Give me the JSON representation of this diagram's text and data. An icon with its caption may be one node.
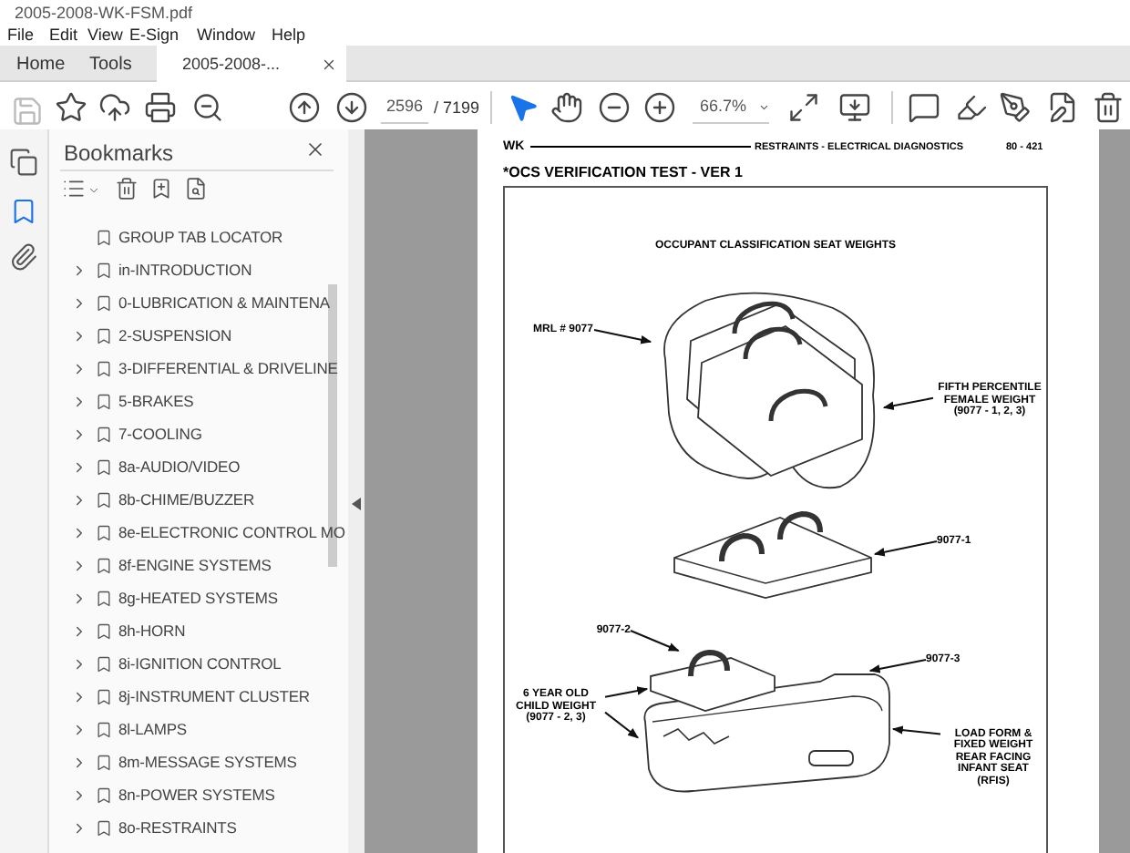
{
  "diagram": {
    "title": "OCCUPANT CLASSIFICATION SEAT WEIGHTS",
    "nodes": [
      {
        "text": [
          "MRL # 9077"
        ]
      },
      {
        "text": [],
        "shape": "picture"
      },
      {
        "text": [
          "FIFTH PERCENTILE FEMALE WEIGHT (9077 - 1, 2, 3)"
        ]
      },
      {
        "text": [],
        "shape": "picture"
      },
      {
        "text": [
          "9077-1"
        ]
      },
      {
        "text": [
          "9077-2"
        ]
      },
      {
        "text": [],
        "shape": "picture"
      },
      {
        "text": [
          "9077-3"
        ]
      },
      {
        "text": [],
        "shape": "picture"
      },
      {
        "text": [
          "6 YEAR OLD CHILD WEIGHT (9077 - 2, 3)"
        ]
      },
      {
        "text": [
          "LOAD FORM & FIXED WEIGHT REAR FACING INFANT SEAT (RFIS)"
        ]
      }
    ],
    "edges": [
      {
        "from": 0,
        "to": 1,
        "arrow": "to"
      },
      {
        "from": 2,
        "to": 1,
        "arrow": "to"
      },
      {
        "from": 4,
        "to": 3,
        "arrow": "to"
      },
      {
        "from": 5,
        "to": 6,
        "arrow": "to"
      },
      {
        "from": 7,
        "to": 8,
        "arrow": "to"
      },
      {
        "from": 9,
        "to": 6,
        "arrow": "to"
      },
      {
        "from": 9,
        "to": 8,
        "arrow": "to"
      },
      {
        "from": 10,
        "to": 8,
        "arrow": "to"
      }
    ],
    "labels": [
      "2005-2008-WK-FSM.pdf",
      "File",
      "Edit",
      "View",
      "E-Sign",
      "Window",
      "Help",
      "Home",
      "Tools",
      "2005-2008-...",
      "2596",
      "/ 7199",
      "66.7%",
      "Bookmarks",
      "GROUP TAB LOCATOR",
      "in-INTRODUCTION",
      "0-LUBRICATION & MAINTENA",
      "2-SUSPENSION",
      "3-DIFFERENTIAL & DRIVELINE",
      "5-BRAKES",
      "7-COOLING",
      "8a-AUDIO/VIDEO",
      "8b-CHIME/BUZZER",
      "8e-ELECTRONIC CONTROL MO",
      "8f-ENGINE SYSTEMS",
      "8g-HEATED SYSTEMS",
      "8h-HORN",
      "8i-IGNITION CONTROL",
      "8j-INSTRUMENT CLUSTER",
      "8l-LAMPS",
      "8m-MESSAGE SYSTEMS",
      "8n-POWER SYSTEMS",
      "8o-RESTRAINTS",
      "WK",
      "RESTRAINTS - ELECTRICAL DIAGNOSTICS",
      "80 - 421",
      "*OCS VERIFICATION TEST - VER 1"
    ]
  }
}
